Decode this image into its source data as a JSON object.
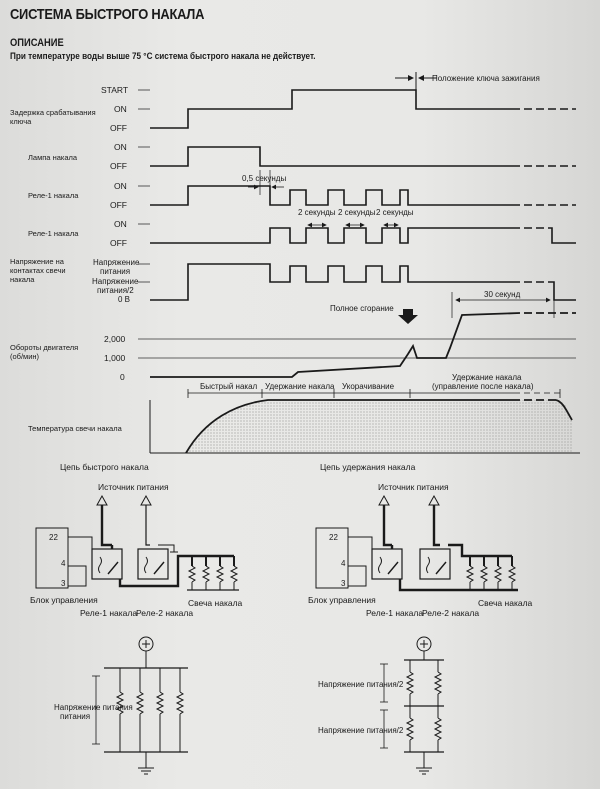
{
  "header": {
    "title": "СИСТЕМА БЫСТРОГО НАКАЛА",
    "section": "ОПИСАНИЕ",
    "description": "При температуре воды выше 75 °C система быстрого накала не действует."
  },
  "timing_diagram": {
    "ignition_key_position": "Положение ключа зажигания",
    "rows": {
      "delay": {
        "label_lines": [
          "Задержка срабатывания",
          "ключа"
        ],
        "levels": [
          "START",
          "ON",
          "OFF"
        ]
      },
      "lamp": {
        "label": "Лампа накала",
        "levels": [
          "ON",
          "OFF"
        ]
      },
      "relay1_top": {
        "label": "Реле-1 накала",
        "levels": [
          "ON",
          "OFF"
        ]
      },
      "relay1_bottom": {
        "label": "Реле-1 накала",
        "levels": [
          "ON",
          "OFF"
        ]
      },
      "voltage": {
        "label_lines": [
          "Напряжение на",
          "контактах свечи",
          "накала"
        ],
        "levels": [
          "Напряжение",
          "питания",
          "Напряжение",
          "питания/2",
          "0 В"
        ]
      },
      "rpm": {
        "label_lines": [
          "Обороты двигателя",
          "(об/мин)"
        ],
        "levels": [
          "2,000",
          "1,000",
          "0"
        ]
      },
      "temp": {
        "label": "Температура свечи накала"
      }
    },
    "annotations": {
      "half_second": "0,5 секунды",
      "two_seconds": "2 секунды",
      "full_combustion": "Полное сгорание",
      "thirty_seconds": "30 секунд"
    },
    "phases": [
      "Быстрый накал",
      "Удержание накала",
      "Укорачивание",
      "Удержание накала",
      "(управление после накала)"
    ]
  },
  "circuits": {
    "fast": {
      "title": "Цепь быстрого накала",
      "power": "Источник питания",
      "ecu": "Блок управления",
      "relay1": "Реле-1 накала",
      "relay2": "Реле-2 накала",
      "plug": "Свеча накала",
      "pins": [
        "22",
        "4",
        "3"
      ],
      "supply": "Напряжение питания"
    },
    "hold": {
      "title": "Цепь удержания накала",
      "power": "Источник питания",
      "ecu": "Блок управления",
      "relay1": "Реле-1 накала",
      "relay2": "Реле-2 накала",
      "plug": "Свеча накала",
      "pins": [
        "22",
        "4",
        "3"
      ],
      "supply": "Напряжение питания/2"
    }
  }
}
